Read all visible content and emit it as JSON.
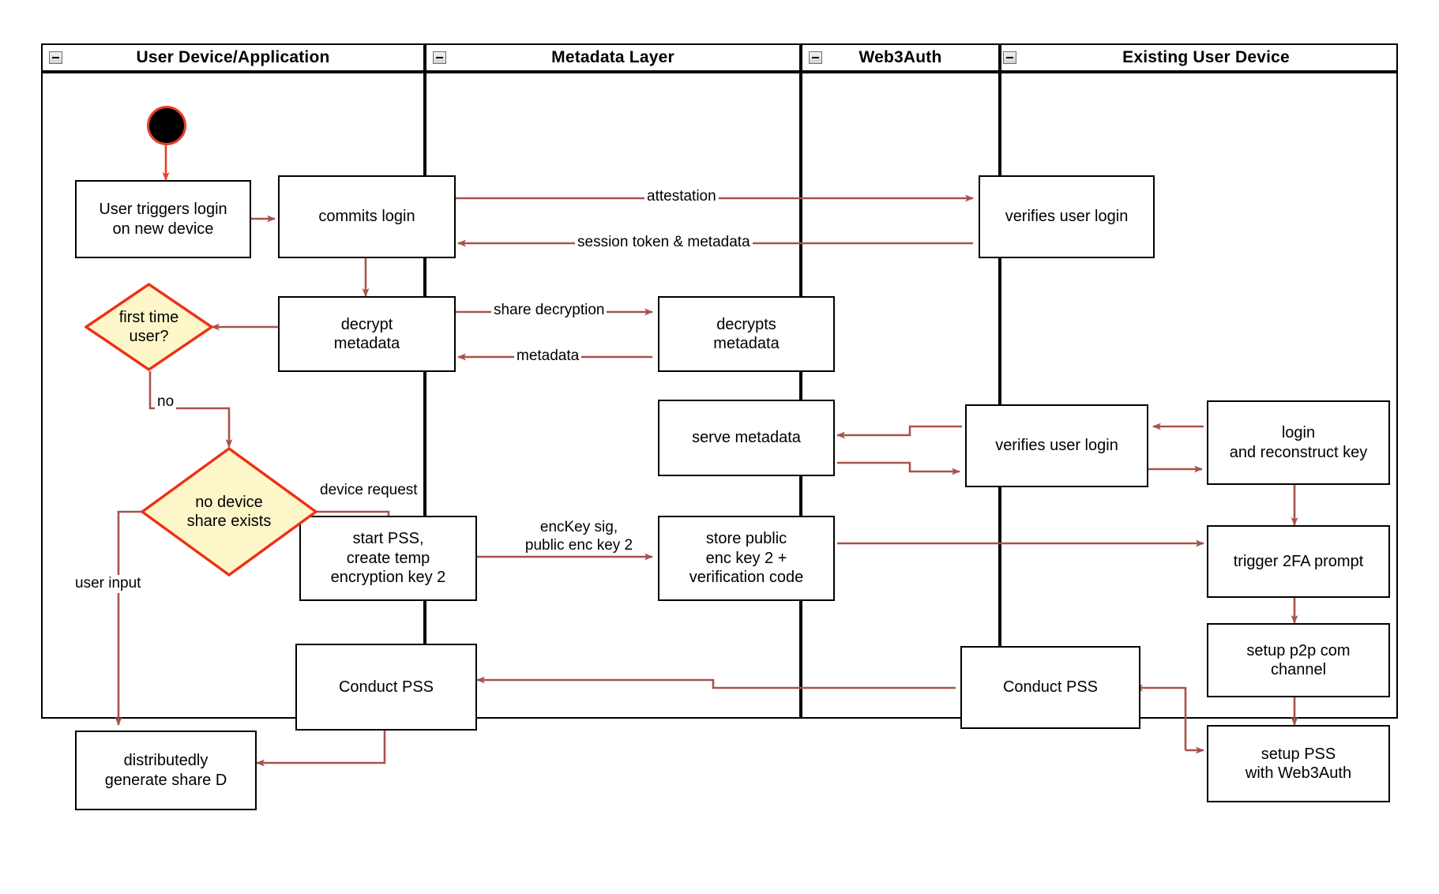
{
  "diagram": {
    "title": "Web3Auth new-device login activity diagram",
    "colors": {
      "edge": "#a8534a",
      "start_border": "#e8402a",
      "decision_fill": "#fdf6c8",
      "decision_stroke": "#ef2f14",
      "node_stroke": "#000000",
      "lane_stroke": "#000000"
    }
  },
  "lanes": [
    {
      "id": "lane-user-device",
      "label": "User Device/Application",
      "icon": "collapse-minus-icon"
    },
    {
      "id": "lane-metadata",
      "label": "Metadata Layer",
      "icon": "collapse-minus-icon"
    },
    {
      "id": "lane-web3auth",
      "label": "Web3Auth",
      "icon": "collapse-minus-icon"
    },
    {
      "id": "lane-existing-device",
      "label": "Existing User Device",
      "icon": "collapse-minus-icon"
    }
  ],
  "nodes": {
    "start": {
      "label": "",
      "kind": "initial-node"
    },
    "user_triggers_login": {
      "label": "User triggers login\non new device"
    },
    "commits_login": {
      "label": "commits login"
    },
    "verifies_user_login_top": {
      "label": "verifies user login"
    },
    "decrypt_metadata": {
      "label": "decrypt\nmetadata"
    },
    "decrypts_metadata": {
      "label": "decrypts\nmetadata"
    },
    "first_time_user": {
      "label": "first time\nuser?",
      "kind": "decision"
    },
    "serve_metadata": {
      "label": "serve metadata"
    },
    "verifies_user_login_mid": {
      "label": "verifies user login"
    },
    "login_and_reconstruct_key": {
      "label": "login\nand reconstruct key"
    },
    "no_device_share_exists": {
      "label": "no device\nshare exists",
      "kind": "decision"
    },
    "start_pss": {
      "label": "start PSS,\ncreate temp\nencryption key 2"
    },
    "store_public_enc_key": {
      "label": "store public\nenc key 2 +\nverification code"
    },
    "trigger_2fa_prompt": {
      "label": "trigger 2FA prompt"
    },
    "setup_p2p_com_channel": {
      "label": "setup p2p com\nchannel"
    },
    "conduct_pss_user": {
      "label": "Conduct PSS"
    },
    "conduct_pss_web3auth": {
      "label": "Conduct PSS"
    },
    "setup_pss_with_web3auth": {
      "label": "setup PSS\nwith Web3Auth"
    },
    "distributedly_generate_share_d": {
      "label": "distributedly\ngenerate share D"
    }
  },
  "edge_labels": {
    "attestation": "attestation",
    "session_token_metadata": "session token & metadata",
    "share_decryption": "share decryption",
    "metadata": "metadata",
    "no": "no",
    "device_request": "device request",
    "user_input": "user input",
    "enckey_sig": "encKey sig,\npublic enc key 2"
  }
}
